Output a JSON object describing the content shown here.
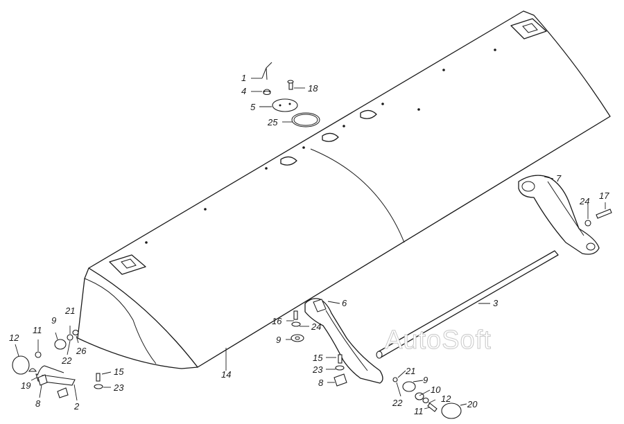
{
  "diagram": {
    "callouts": [
      "1",
      "4",
      "18",
      "5",
      "25",
      "7",
      "17",
      "24",
      "3",
      "6",
      "16",
      "24",
      "9",
      "15",
      "23",
      "8",
      "21",
      "9",
      "10",
      "22",
      "11",
      "20",
      "12",
      "14",
      "21",
      "11",
      "9",
      "26",
      "22",
      "12",
      "19",
      "8",
      "2",
      "15",
      "23"
    ],
    "watermark": "AutoSoft"
  },
  "colors": {
    "line": "#1a1a1a",
    "watermark": "#c8c8c8",
    "background": "#ffffff"
  }
}
